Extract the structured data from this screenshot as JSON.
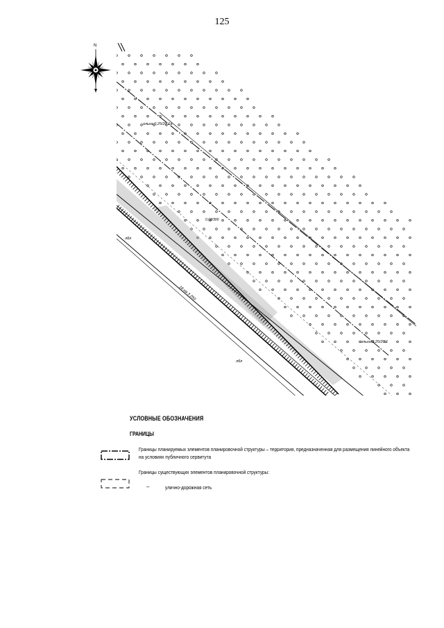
{
  "page": {
    "number": "125"
  },
  "compass": {
    "north_label": "N",
    "icon": "compass-rose-icon"
  },
  "map": {
    "labels": {
      "parcel_a": "ольха 0,25/20 1а",
      "parcel_b": "ольха 0,25/20 1",
      "plot_code": "0,08/300",
      "road_label": "16 км 3 250",
      "edge_label_1": "лбл",
      "edge_label_2": "лбл"
    }
  },
  "legend": {
    "title": "УСЛОВНЫЕ ОБОЗНАЧЕНИЯ",
    "subtitle": "ГРАНИЦЫ",
    "items": [
      {
        "symbol": "dash-dot-boundary",
        "text": "Границы планируемых элементов планировочной структуры – территория, предназначенная для размещения линейного объекта на условиях публичного сервитута"
      },
      {
        "symbol": "none",
        "text": "Границы существующих элементов планировочной структуры:"
      },
      {
        "symbol": "dashed-boundary",
        "dash": "–",
        "text": "улично-дорожная сеть"
      }
    ]
  }
}
